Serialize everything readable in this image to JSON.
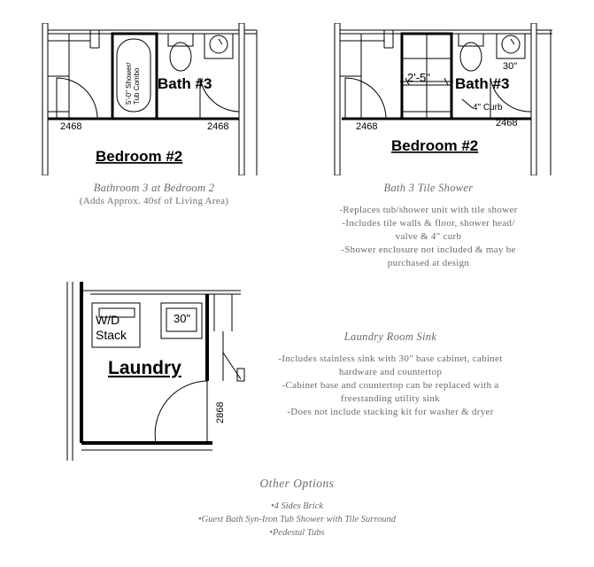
{
  "plan1": {
    "room_label": "Bath #3",
    "bedroom_label": "Bedroom #2",
    "tub_label_1": "5'-0\" Shower/",
    "tub_label_2": "Tub Combo",
    "door_left": "2468",
    "door_right": "2468"
  },
  "plan2": {
    "room_label": "Bath #3",
    "bedroom_label": "Bedroom #2",
    "shower_width": "2'-5\"",
    "sink_size": "30\"",
    "curb": "4\" Curb",
    "door_left": "2468",
    "door_right": "2468"
  },
  "plan3": {
    "room_label": "Laundry",
    "wd_label_1": "W/D",
    "wd_label_2": "Stack",
    "sink_size": "30\"",
    "door": "2868"
  },
  "captions": {
    "bath3": {
      "title": "Bathroom 3 at Bedroom 2",
      "lines": [
        "(Adds Approx. 40sf of Living Area)"
      ]
    },
    "tile_shower": {
      "title": "Bath 3 Tile Shower",
      "lines": [
        "-Replaces tub/shower unit with tile shower",
        "-Includes tile walls & floor, shower head/",
        "valve & 4\" curb",
        "-Shower enclosure not included & may be",
        "purchased at design"
      ]
    },
    "laundry": {
      "title": "Laundry Room Sink",
      "lines": [
        "-Includes stainless sink with 30\" base cabinet, cabinet",
        "hardware and countertop",
        "-Cabinet base and countertop can be replaced with a",
        "freestanding utility sink",
        "-Does not include stacking kit for washer & dryer"
      ]
    }
  },
  "other_options": {
    "title": "Other Options",
    "items": [
      "•4 Sides Brick",
      "•Guest Bath Syn-Iron Tub Shower with Tile Surround",
      "•Pedestal Tubs"
    ]
  }
}
